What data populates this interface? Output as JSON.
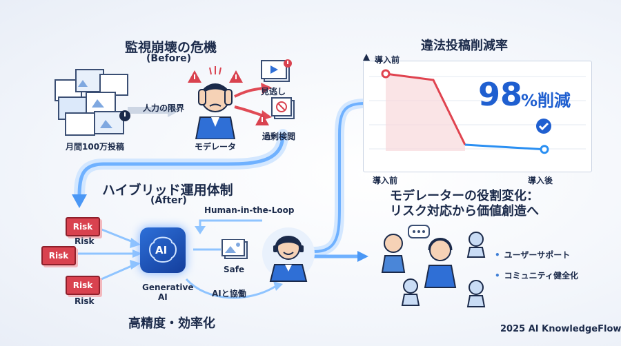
{
  "before": {
    "title": "監視崩壊の危機",
    "subtitle": "(Before)",
    "monthly_posts": "月間100万投稿",
    "human_limit": "人力の限界",
    "moderator": "モデレータ",
    "overlooked": "見逃し",
    "over_inspection": "過剰検閲"
  },
  "after": {
    "title": "ハイブリッド運用体制",
    "subtitle": "(After)",
    "risk_badge": "Risk",
    "risk_label": "Risk",
    "generative_ai": "Generative",
    "ai_line2": "AI",
    "ai_logo": "AI",
    "human_in_loop": "Human-in-the-Loop",
    "safe": "Safe",
    "ai_collab": "AIと協働",
    "efficiency": "高精度・効率化"
  },
  "chart_title": "違法投稿削減率",
  "reduction": {
    "number": "98",
    "suffix": "%削減"
  },
  "chart_data": {
    "type": "line",
    "x": [
      "導入前",
      "導入後"
    ],
    "y_axis_label": "導入前",
    "series": [
      {
        "values": [
          100,
          92,
          8,
          2
        ]
      }
    ]
  },
  "roles": {
    "title_line1": "モデレーターの役割変化：",
    "title_line2": "リスク対応から価値創造へ",
    "items": [
      "ユーザーサポート",
      "コミュニティ健全化"
    ]
  },
  "footer": "2025 AI KnowledgeFlow",
  "colors": {
    "accent": "#2f6fd6",
    "danger": "#d9424f",
    "glow": "#7fc3ff",
    "navy": "#1b2a4a"
  }
}
